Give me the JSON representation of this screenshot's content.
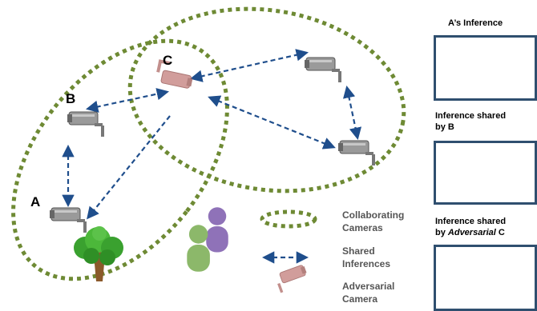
{
  "labels": {
    "camera_a": "A",
    "camera_b": "B",
    "camera_c": "C"
  },
  "legend": {
    "collaborating_line1": "Collaborating",
    "collaborating_line2": "Cameras",
    "shared_line1": "Shared",
    "shared_line2": "Inferences",
    "adversarial_line1": "Adversarial",
    "adversarial_line2": "Camera"
  },
  "panels": {
    "a_title": "A’s Inference",
    "b_title_line1": "Inference shared",
    "b_title_line2": "by B",
    "c_title_line1": "Inference shared",
    "c_title_prefix": "by ",
    "c_title_italic": "Adversarial",
    "c_title_suffix": " C"
  },
  "colors": {
    "ellipse": "#6e8a34",
    "arrow": "#1f4e8c",
    "camera": "#8c8c8c",
    "adversarial_camera": "#c98d8a",
    "tree_leaves": "#3aa12f",
    "tree_trunk": "#8b5a2b",
    "person_purple": "#8f72b8",
    "person_green": "#8cb86a",
    "panel_border": "#2f4f6f"
  },
  "icons": [
    "camera-icon",
    "adversarial-camera-icon",
    "tree-icon",
    "person-icon",
    "double-arrow-icon"
  ]
}
